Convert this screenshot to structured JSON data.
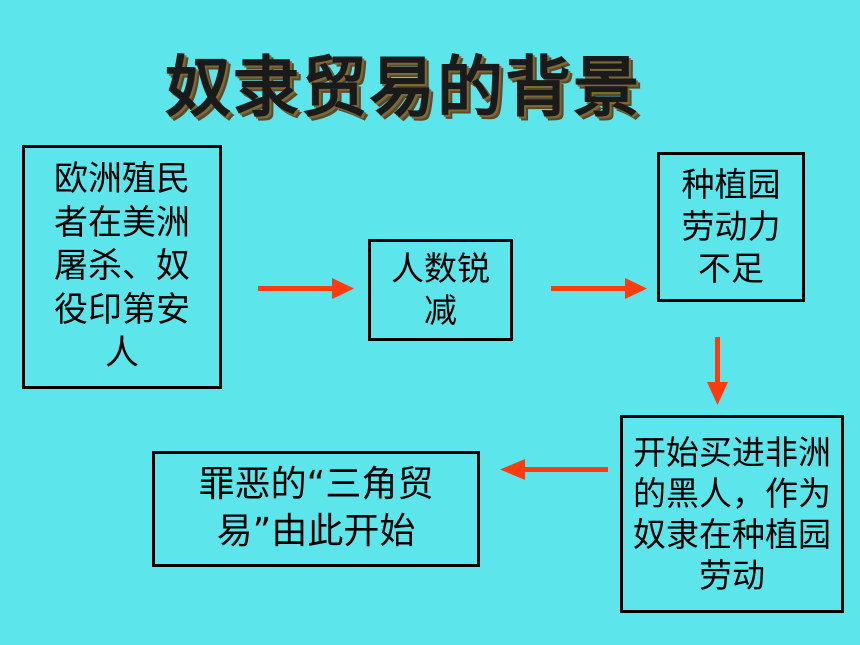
{
  "title": "奴隶贸易的背景",
  "boxes": {
    "colonists": "欧洲殖民者在美洲屠杀、奴役印第安人",
    "population": "人数锐减",
    "labor": "种植园劳动力不足",
    "buy_slaves": "开始买进非洲的黑人，作为奴隶在种植园劳动",
    "triangle": "罪恶的“三角贸易”由此开始"
  },
  "colors": {
    "background": "#5ce6ec",
    "arrow": "#ff3b10",
    "border": "#000000"
  }
}
